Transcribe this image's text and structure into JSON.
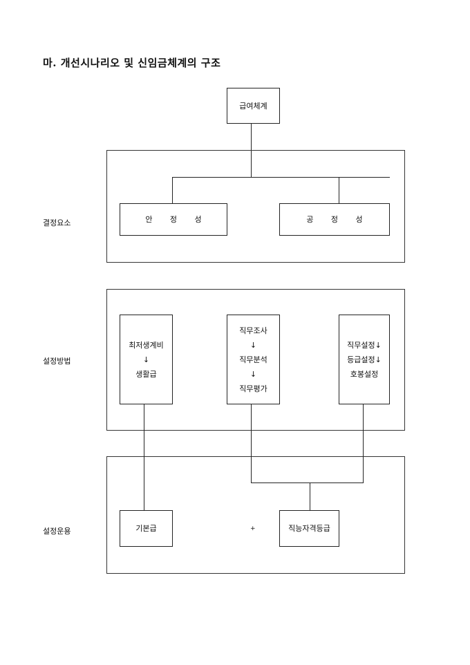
{
  "title": "마. 개선시나리오 및 신임금체계의 구조",
  "root": "급여체계",
  "rows": {
    "decision": {
      "label": "결정요소",
      "items": [
        "안 정 성",
        "공 정 성"
      ]
    },
    "method": {
      "label": "설정방법",
      "items": [
        {
          "lines": [
            "최저생계비",
            "↓",
            "생활급"
          ]
        },
        {
          "lines": [
            "직무조사",
            "↓",
            "직무분석",
            "↓",
            "직무평가"
          ]
        },
        {
          "lines": [
            "직무설정↓",
            "등급설정↓",
            "호봉설정"
          ]
        }
      ]
    },
    "operation": {
      "label": "설정운용",
      "items": [
        "기본급",
        "직능자격등급"
      ],
      "operator": "+"
    }
  }
}
